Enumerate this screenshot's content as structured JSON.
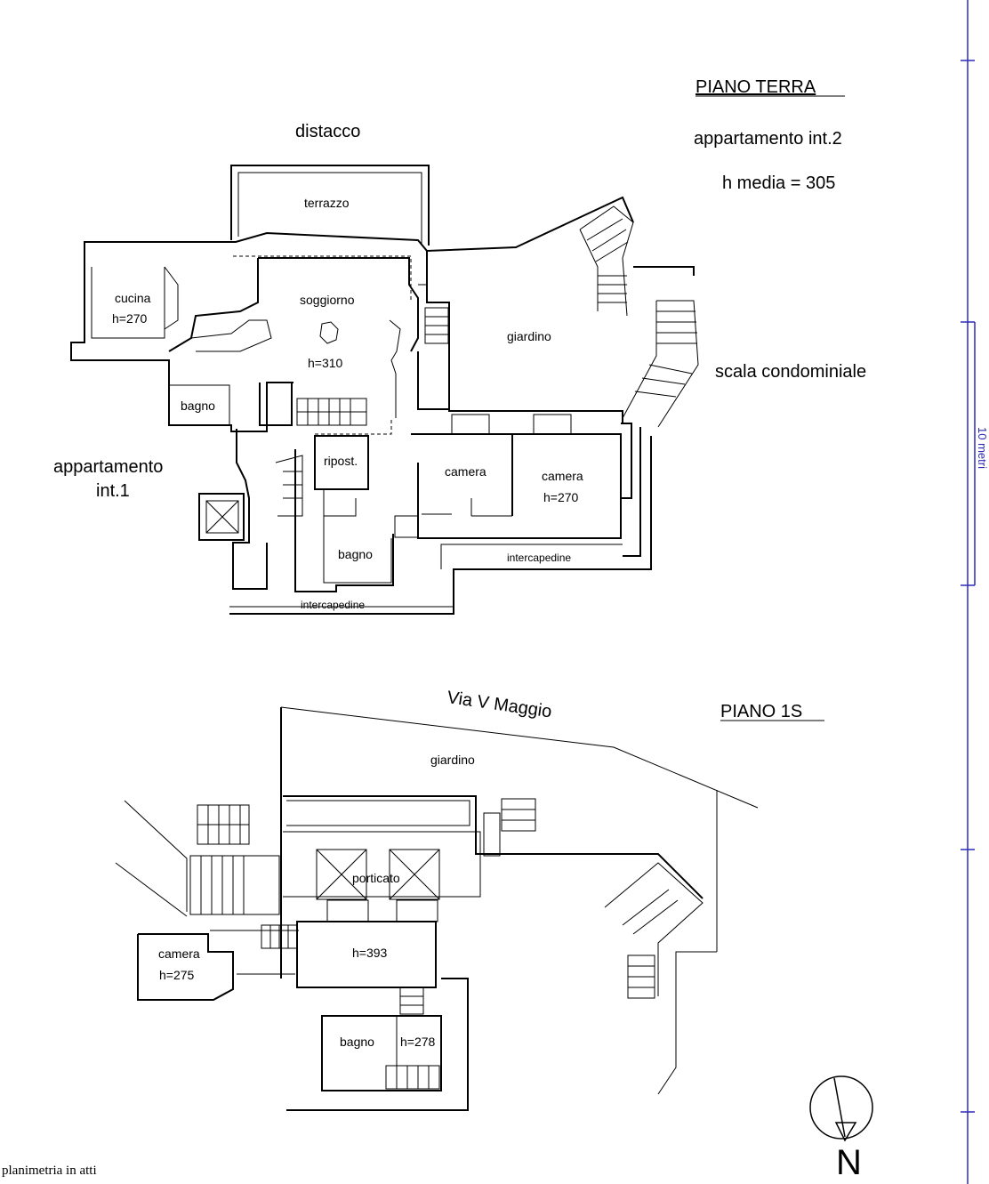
{
  "titles": {
    "ground_floor": "PIANO  TERRA",
    "apartment": "appartamento int.2",
    "avg_height": "h media = 305",
    "basement": "PIANO  1S"
  },
  "labels": {
    "distacco": "distacco",
    "terrazzo": "terrazzo",
    "cucina": "cucina",
    "cucina_h": "h=270",
    "soggiorno": "soggiorno",
    "soggiorno_h": "h=310",
    "giardino_top": "giardino",
    "scala": "scala condominiale",
    "bagno_1": "bagno",
    "appartamento_int1_a": "appartamento",
    "appartamento_int1_b": "int.1",
    "ripost": "ripost.",
    "camera_1": "camera",
    "camera_2": "camera",
    "camera_2_h": "h=270",
    "bagno_2": "bagno",
    "intercapedine_1": "intercapedine",
    "intercapedine_2": "intercapedine",
    "street": "Via V Maggio",
    "giardino_bottom": "giardino",
    "porticato": "porticato",
    "camera_3": "camera",
    "camera_3_h": "h=275",
    "room_h393": "h=393",
    "bagno_3": "bagno",
    "bagno_3_h": "h=278",
    "north": "N",
    "footer": "planimetria in atti",
    "scale_bar": "10 metri"
  },
  "colors": {
    "lines": "#000000",
    "scale": "#2b2bb8"
  }
}
